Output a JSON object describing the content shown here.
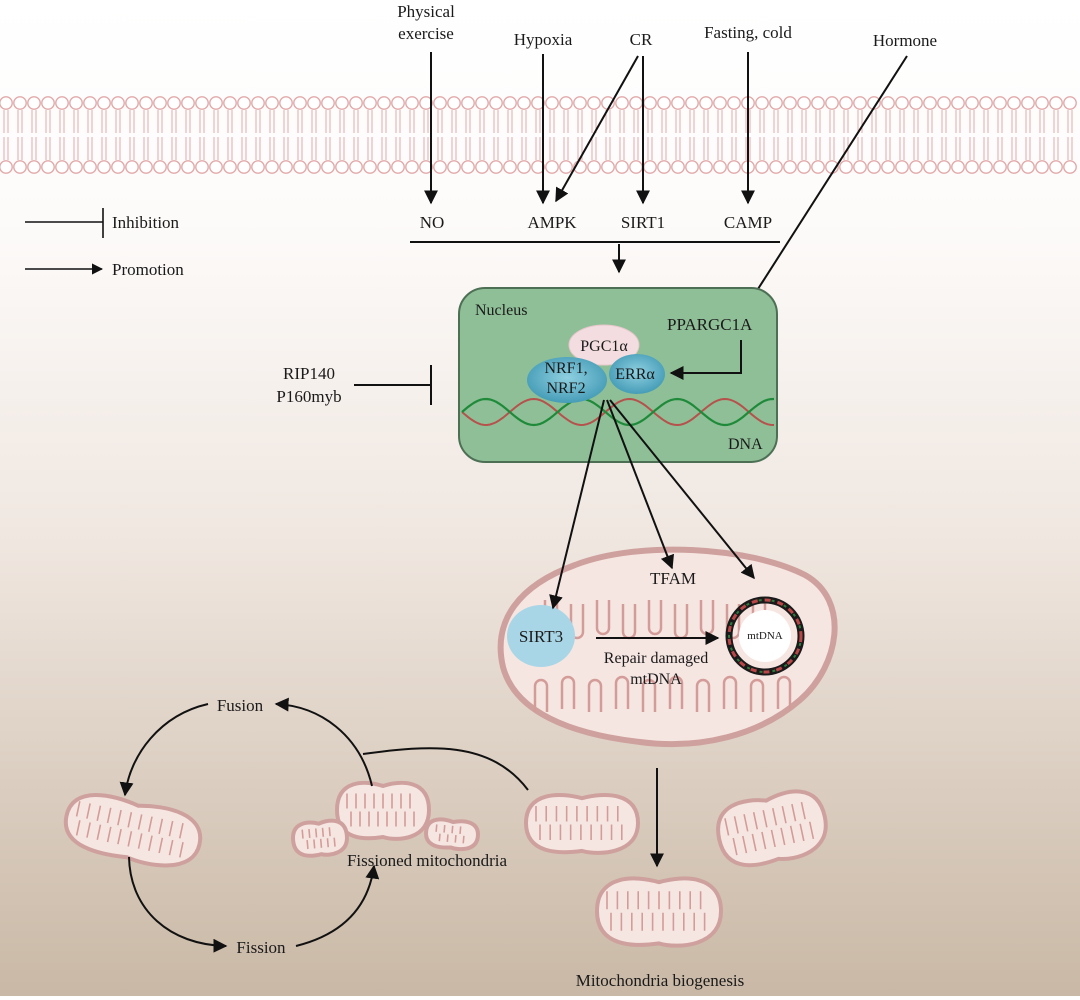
{
  "stimuli": {
    "physical_exercise_line1": "Physical",
    "physical_exercise_line2": "exercise",
    "hypoxia": "Hypoxia",
    "cr": "CR",
    "fasting_cold": "Fasting, cold",
    "hormone": "Hormone"
  },
  "mediators": {
    "no": "NO",
    "ampk": "AMPK",
    "sirt1": "SIRT1",
    "camp": "CAMP"
  },
  "legend": {
    "inhibition": "Inhibition",
    "promotion": "Promotion"
  },
  "nucleus": {
    "title": "Nucleus",
    "pgc1a": "PGC1α",
    "nrf_line1": "NRF1,",
    "nrf_line2": "NRF2",
    "erra": "ERRα",
    "ppargc1a": "PPARGC1A",
    "dna": "DNA"
  },
  "inhibitors": {
    "rip140": "RIP140",
    "p160myb": "P160myb"
  },
  "mitochondrion": {
    "tfam": "TFAM",
    "sirt3": "SIRT3",
    "mtdna": "mtDNA",
    "repair_line1": "Repair damaged",
    "repair_line2": "mtDNA"
  },
  "dynamics": {
    "fusion": "Fusion",
    "fission": "Fission",
    "fissioned": "Fissioned mitochondria",
    "biogenesis": "Mitochondria biogenesis"
  },
  "colors": {
    "membrane": "#e2a9a9",
    "nucleus_fill": "#8fbf97",
    "nucleus_stroke": "#4d7055",
    "nrf_blue": "#5aaec4",
    "sirt3_blue": "#a9d6e6",
    "pgc_pink": "#f3dde0",
    "mito_stroke": "#cfa19e",
    "mito_fill": "#f6e6e2",
    "bg_top": "#ffffff",
    "bg_bottom": "#c7b6a3"
  }
}
